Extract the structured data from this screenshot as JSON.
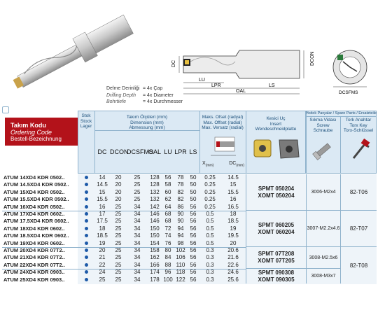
{
  "notes": [
    {
      "label": "Delme Derinliği",
      "value": "= 4x Çap",
      "italic": false
    },
    {
      "label": "Drilling Depth",
      "value": "= 4x Diameter",
      "italic": true
    },
    {
      "label": "Bohrtiefe",
      "value": "= 4x Durchmesser",
      "italic": true
    }
  ],
  "drawing": {
    "dims": {
      "dc": "DC",
      "dcon": "DCON",
      "lu": "LU",
      "lpr": "LPR",
      "oal": "OAL",
      "ls": "LS",
      "dcsfms": "DCSFMS"
    }
  },
  "header": {
    "title_tr": "Takım Kodu",
    "title_en": "Ordering Code",
    "title_de": "Bestell-Bezeichnung",
    "stock_tr": "Stok",
    "stock_en": "Stock",
    "stock_de": "Lager",
    "dims_tr": "Takım Ölçüleri (mm)",
    "dims_en": "Dimension (mm)",
    "dims_de": "Abmessung (mm)",
    "offset_tr": "Maks. Ofset (radyal)",
    "offset_en": "Max. Offset (radial)",
    "offset_de": "Max. Versatz (radial)",
    "insert_tr": "Kesici Uç",
    "insert_en": "Insert",
    "insert_de": "Wendeschneidplatte",
    "spare_title": "Yedek Parçalar / Spare Parts / Ersatzteile",
    "screw_tr": "Sıkma Vidası",
    "screw_en": "Screw",
    "screw_de": "Schraube",
    "torx_tr": "Tork Anahtar",
    "torx_en": "Torx Key",
    "torx_de": "Torx-Schlüssel",
    "cols": [
      "DC",
      "DCON",
      "DCSFMS",
      "OAL",
      "LU",
      "LPR",
      "LS"
    ],
    "x_label": "X",
    "x_sub": "(mm)",
    "dc_label": "DC",
    "dc_sub": "(mm)"
  },
  "rows": [
    {
      "code": "ATUM  14XD4  KDR  0502..",
      "dc": "14",
      "dcon": "20",
      "dcsfms": "25",
      "oal": "128",
      "lu": "56",
      "lpr": "78",
      "ls": "50",
      "x": "0.25",
      "dcmax": "14.5"
    },
    {
      "code": "ATUM  14.5XD4  KDR  0502..",
      "dc": "14.5",
      "dcon": "20",
      "dcsfms": "25",
      "oal": "128",
      "lu": "58",
      "lpr": "78",
      "ls": "50",
      "x": "0.25",
      "dcmax": "15"
    },
    {
      "code": "ATUM  15XD4  KDR  0502..",
      "dc": "15",
      "dcon": "20",
      "dcsfms": "25",
      "oal": "132",
      "lu": "60",
      "lpr": "82",
      "ls": "50",
      "x": "0.25",
      "dcmax": "15.5"
    },
    {
      "code": "ATUM  15.5XD4  KDR  0502..",
      "dc": "15.5",
      "dcon": "20",
      "dcsfms": "25",
      "oal": "132",
      "lu": "62",
      "lpr": "82",
      "ls": "50",
      "x": "0.25",
      "dcmax": "16"
    },
    {
      "code": "ATUM  16XD4  KDR  0502..",
      "dc": "16",
      "dcon": "25",
      "dcsfms": "34",
      "oal": "142",
      "lu": "64",
      "lpr": "86",
      "ls": "56",
      "x": "0.25",
      "dcmax": "16.5"
    },
    {
      "code": "ATUM  17XD4  KDR  0602..",
      "dc": "17",
      "dcon": "25",
      "dcsfms": "34",
      "oal": "146",
      "lu": "68",
      "lpr": "90",
      "ls": "56",
      "x": "0.5",
      "dcmax": "18"
    },
    {
      "code": "ATUM  17.5XD4  KDR  0602..",
      "dc": "17.5",
      "dcon": "25",
      "dcsfms": "34",
      "oal": "146",
      "lu": "68",
      "lpr": "90",
      "ls": "56",
      "x": "0.5",
      "dcmax": "18.5"
    },
    {
      "code": "ATUM  18XD4  KDR  0602..",
      "dc": "18",
      "dcon": "25",
      "dcsfms": "34",
      "oal": "150",
      "lu": "72",
      "lpr": "94",
      "ls": "56",
      "x": "0.5",
      "dcmax": "19"
    },
    {
      "code": "ATUM  18.5XD4  KDR  0602..",
      "dc": "18.5",
      "dcon": "25",
      "dcsfms": "34",
      "oal": "150",
      "lu": "74",
      "lpr": "94",
      "ls": "56",
      "x": "0.5",
      "dcmax": "19.5"
    },
    {
      "code": "ATUM  19XD4  KDR  0602..",
      "dc": "19",
      "dcon": "25",
      "dcsfms": "34",
      "oal": "154",
      "lu": "76",
      "lpr": "98",
      "ls": "56",
      "x": "0.5",
      "dcmax": "20"
    },
    {
      "code": "ATUM  20XD4  KDR  07T2..",
      "dc": "20",
      "dcon": "25",
      "dcsfms": "34",
      "oal": "158",
      "lu": "80",
      "lpr": "102",
      "ls": "56",
      "x": "0.3",
      "dcmax": "20.6"
    },
    {
      "code": "ATUM  21XD4  KDR  07T2..",
      "dc": "21",
      "dcon": "25",
      "dcsfms": "34",
      "oal": "162",
      "lu": "84",
      "lpr": "106",
      "ls": "56",
      "x": "0.3",
      "dcmax": "21.6"
    },
    {
      "code": "ATUM  22XD4  KDR  07T2..",
      "dc": "22",
      "dcon": "25",
      "dcsfms": "34",
      "oal": "166",
      "lu": "88",
      "lpr": "110",
      "ls": "56",
      "x": "0.3",
      "dcmax": "22.6"
    },
    {
      "code": "ATUM  24XD4  KDR  0903..",
      "dc": "24",
      "dcon": "25",
      "dcsfms": "34",
      "oal": "174",
      "lu": "96",
      "lpr": "118",
      "ls": "56",
      "x": "0.3",
      "dcmax": "24.6"
    },
    {
      "code": "ATUM  25XD4  KDR  0903..",
      "dc": "25",
      "dcon": "25",
      "dcsfms": "34",
      "oal": "178",
      "lu": "100",
      "lpr": "122",
      "ls": "56",
      "x": "0.3",
      "dcmax": "25.6"
    }
  ],
  "groups": [
    {
      "insert_a": "SPMT 050204",
      "insert_b": "XOMT 050204",
      "screw": "3006-M2x4",
      "torx": "82-T06"
    },
    {
      "insert_a": "SPMT 060205",
      "insert_b": "XOMT 060204",
      "screw": "3007-M2.2x4.6",
      "torx": "82-T07"
    },
    {
      "insert_a": "SPMT 07T208",
      "insert_b": "XOMT 07T205",
      "screw": "3008-M2.5x6",
      "torx": "82-T08"
    },
    {
      "insert_a": "SPMT 090308",
      "insert_b": "XOMT 090305",
      "screw": "3008-M3x7",
      "torx": ""
    }
  ],
  "colors": {
    "accent_red": "#b3121a",
    "header_blue": "#dbe9f4",
    "stock_dot": "#1e5aa8"
  }
}
